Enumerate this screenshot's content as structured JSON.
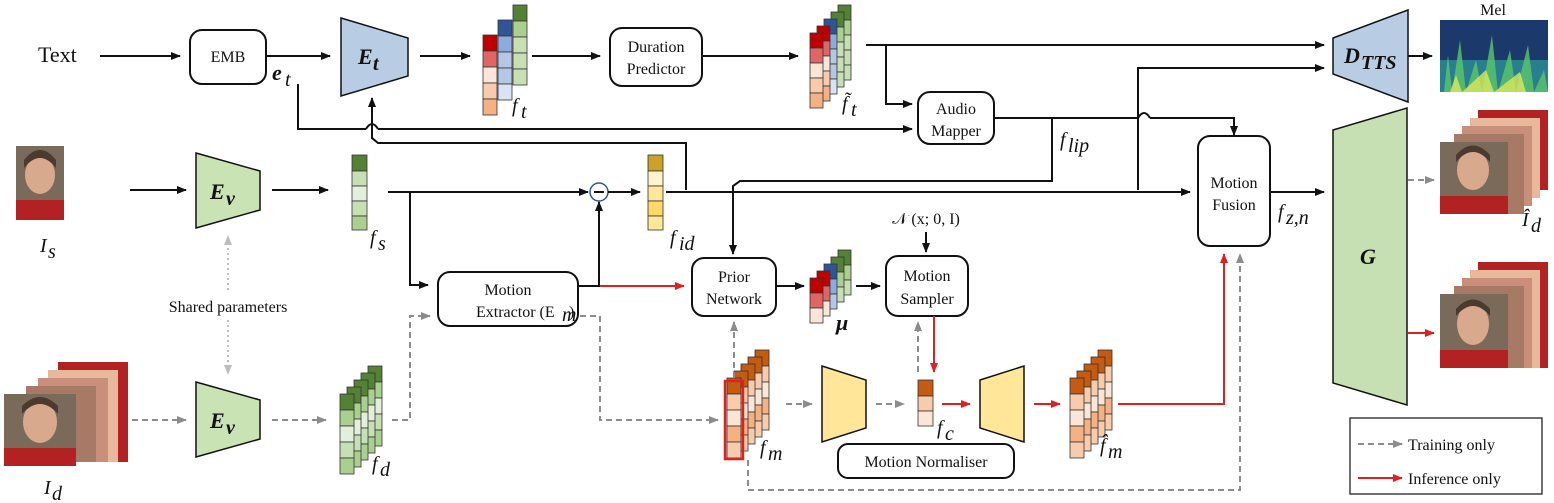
{
  "labels": {
    "text": "Text",
    "emb": "EMB",
    "et_sym": "e",
    "et_sub": "t",
    "enc_t": "E",
    "enc_t_sub": "t",
    "ft": "f",
    "ft_sub": "t",
    "duration_l1": "Duration",
    "duration_l2": "Predictor",
    "ftilde": "f̃",
    "ftilde_sub": "t",
    "audio_l1": "Audio",
    "audio_l2": "Mapper",
    "flip": "f",
    "flip_sub": "lip",
    "dtts": "D",
    "dtts_sub": "TTS",
    "mel": "Mel",
    "is": "I",
    "is_sub": "s",
    "ev": "E",
    "ev_sub": "v",
    "fs": "f",
    "fs_sub": "s",
    "fid": "f",
    "fid_sub": "id",
    "shared": "Shared parameters",
    "motion_ex_l1": "Motion",
    "motion_ex_l2": "Extractor (E",
    "motion_ex_sub": "m",
    "motion_ex_close": ")",
    "prior_l1": "Prior",
    "prior_l2": "Network",
    "mu": "μ",
    "normal": "𝒩 (x; 0, I)",
    "sampler_l1": "Motion",
    "sampler_l2": "Sampler",
    "fusion_l1": "Motion",
    "fusion_l2": "Fusion",
    "fzn": "f",
    "fzn_sub": "z,n",
    "g": "G",
    "id_hat": "Î",
    "id_hat_sub": "d",
    "id": "I",
    "id_sub": "d",
    "fd": "f",
    "fd_sub": "d",
    "fm": "f",
    "fm_sub": "m",
    "fc": "f",
    "fc_sub": "c",
    "normaliser": "Motion Normaliser",
    "fmhat": "f̂",
    "fmhat_sub": "m",
    "legend_train": "Training only",
    "legend_infer": "Inference only"
  },
  "colors": {
    "encoder_blue": "#b8cce4",
    "encoder_green": "#c9e3b4",
    "generator_green": "#c6e0b4",
    "decoder_yellow": "#ffe699",
    "arrow": "#111111",
    "training": "#8c8c8c",
    "inference": "#e0201e"
  }
}
